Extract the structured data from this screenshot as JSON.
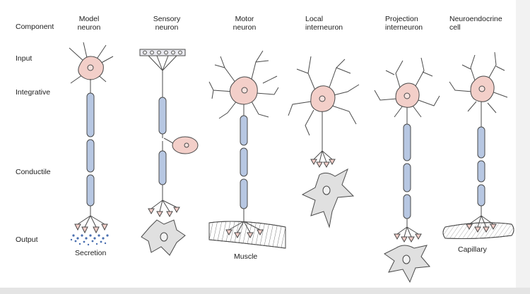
{
  "rows": {
    "component": "Component",
    "input": "Input",
    "integrative": "Integrative",
    "conductile": "Conductile",
    "output": "Output"
  },
  "columns": [
    {
      "line1": "Model",
      "line2": "neuron"
    },
    {
      "line1": "Sensory",
      "line2": "neuron"
    },
    {
      "line1": "Motor",
      "line2": "neuron"
    },
    {
      "line1": "Local",
      "line2": "interneuron"
    },
    {
      "line1": "Projection",
      "line2": "interneuron"
    },
    {
      "line1": "Neuroendocrine",
      "line2": "cell"
    }
  ],
  "targets": {
    "secretion": "Secretion",
    "muscle": "Muscle",
    "capillary": "Capillary"
  },
  "colors": {
    "soma": "#f3cfc9",
    "axon": "#b7c7e2",
    "node": "#e9e9ef",
    "outline": "#4a4a4a",
    "target_cell": "#e0e0e0"
  }
}
